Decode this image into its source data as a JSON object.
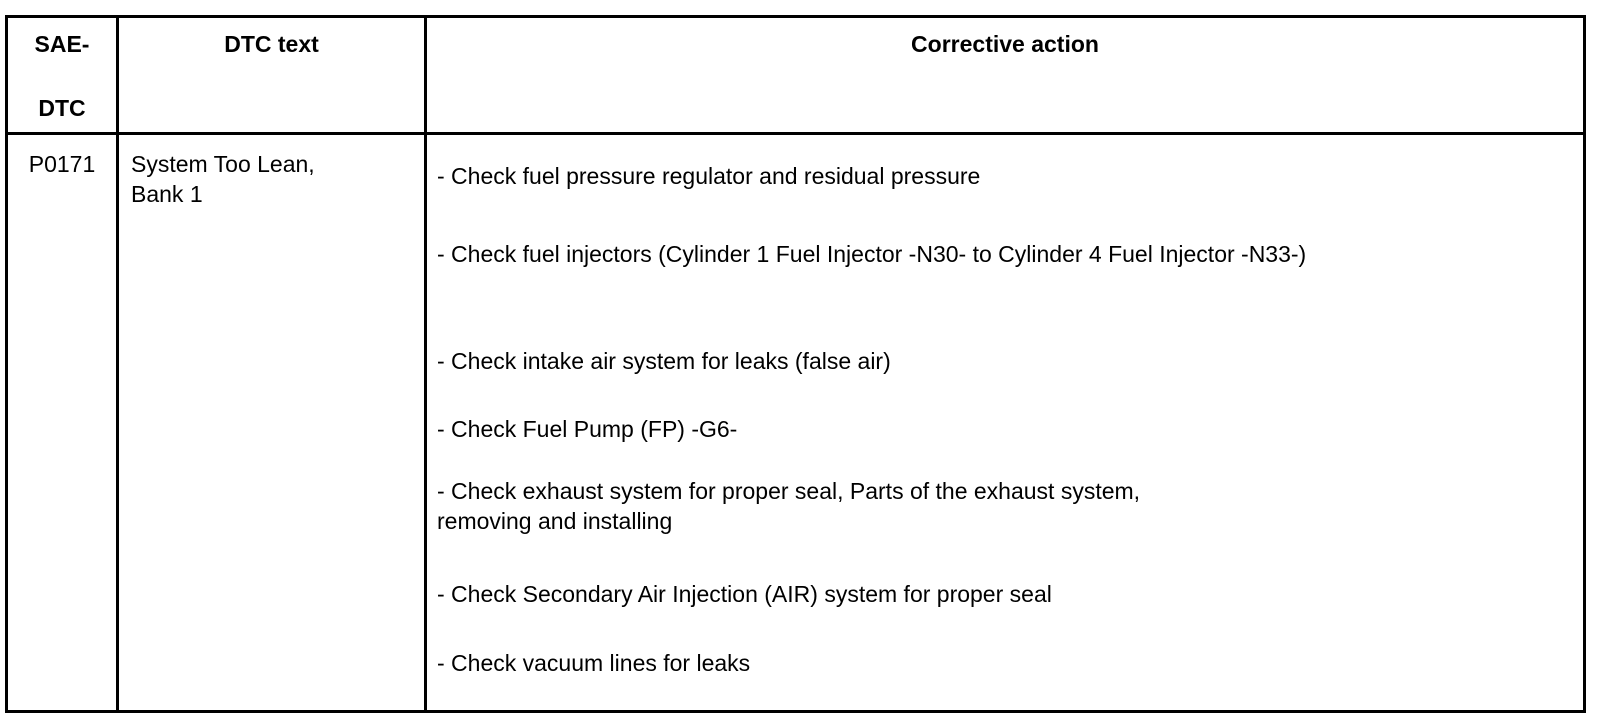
{
  "table": {
    "headers": {
      "sae_dtc": "SAE-\n\nDTC",
      "dtc_text": "DTC text",
      "corrective_action": "Corrective action"
    },
    "row": {
      "code": "P0171",
      "dtc_text": "System Too Lean,\nBank 1",
      "actions": [
        "- Check fuel pressure regulator and residual pressure",
        "- Check fuel injectors (Cylinder 1 Fuel Injector -N30- to Cylinder 4 Fuel Injector -N33-)",
        "- Check intake air system for leaks (false air)",
        "- Check Fuel Pump (FP) -G6-",
        "- Check exhaust system for proper seal, Parts of the exhaust system,\nremoving and installing",
        "- Check Secondary Air Injection (AIR) system for proper seal",
        "- Check vacuum lines for leaks"
      ]
    }
  },
  "colors": {
    "border": "#000000",
    "text": "#000000",
    "background": "#ffffff"
  }
}
